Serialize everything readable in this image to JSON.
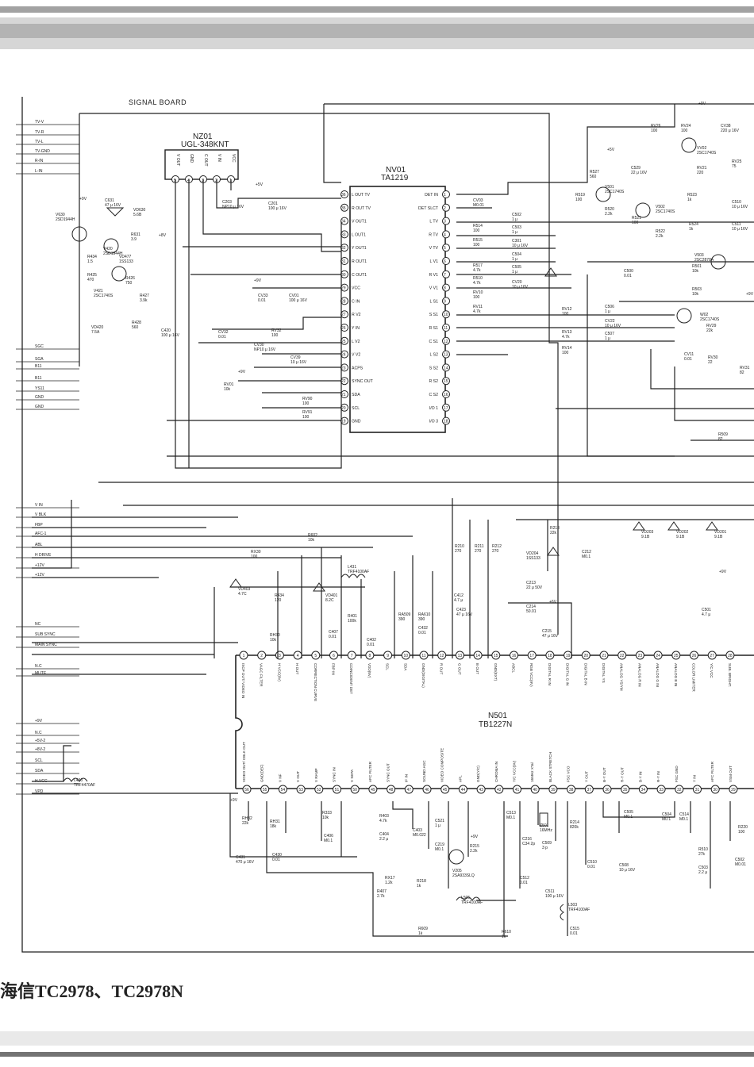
{
  "board_label": "SIGNAL BOARD",
  "footer_title": "海信TC2978、TC2978N",
  "ics": {
    "nz01": {
      "ref": "NZ01",
      "part": "UGL-348KNT",
      "pins": [
        "V OUT",
        "GND",
        "C OUT",
        "V IN",
        "VCC"
      ],
      "pin_numbers": [
        "5",
        "4",
        "3",
        "2",
        "1"
      ]
    },
    "nv01": {
      "ref": "NV01",
      "part": "TA1219",
      "left_pins": [
        {
          "n": "36",
          "l": "L OUT TV"
        },
        {
          "n": "35",
          "l": "R OUT TV"
        },
        {
          "n": "34",
          "l": "V OUT1"
        },
        {
          "n": "33",
          "l": "L OUT1"
        },
        {
          "n": "32",
          "l": "Y OUT1"
        },
        {
          "n": "31",
          "l": "R OUT1"
        },
        {
          "n": "30",
          "l": "C OUT1"
        },
        {
          "n": "29",
          "l": "VCC"
        },
        {
          "n": "28",
          "l": "C IN"
        },
        {
          "n": "27",
          "l": "R V2"
        },
        {
          "n": "26",
          "l": "Y IN"
        },
        {
          "n": "25",
          "l": "L V2"
        },
        {
          "n": "24",
          "l": "V V2"
        },
        {
          "n": "23",
          "l": "ACPS"
        },
        {
          "n": "22",
          "l": "SYNC OUT"
        },
        {
          "n": "21",
          "l": "SDA"
        },
        {
          "n": "20",
          "l": "SCL"
        },
        {
          "n": "19",
          "l": "GND"
        }
      ],
      "right_pins": [
        {
          "n": "1",
          "l": "DET IN"
        },
        {
          "n": "2",
          "l": "DET SLCT"
        },
        {
          "n": "3",
          "l": "L TV"
        },
        {
          "n": "4",
          "l": "R TV"
        },
        {
          "n": "5",
          "l": "V TV"
        },
        {
          "n": "6",
          "l": "L V1"
        },
        {
          "n": "7",
          "l": "R V1"
        },
        {
          "n": "8",
          "l": "V V1"
        },
        {
          "n": "9",
          "l": "L S1"
        },
        {
          "n": "10",
          "l": "S S1"
        },
        {
          "n": "11",
          "l": "R S1"
        },
        {
          "n": "12",
          "l": "C S1"
        },
        {
          "n": "13",
          "l": "L S2"
        },
        {
          "n": "14",
          "l": "S S2"
        },
        {
          "n": "15",
          "l": "R S2"
        },
        {
          "n": "16",
          "l": "C S2"
        },
        {
          "n": "17",
          "l": "I/O 1"
        },
        {
          "n": "18",
          "l": "I/O 3"
        }
      ]
    },
    "n501": {
      "ref": "N501",
      "part": "TB1227N",
      "top_pins": [
        {
          "n": "1",
          "l": "ISCP OUT/ VIDEO IN"
        },
        {
          "n": "2",
          "l": "VAGC FILTER"
        },
        {
          "n": "3",
          "l": "H VCC(9V)"
        },
        {
          "n": "4",
          "l": "H OUT"
        },
        {
          "n": "5",
          "l": "CORRECTION CURVE"
        },
        {
          "n": "6",
          "l": "FBP IN"
        },
        {
          "n": "7",
          "l": "COINCIDENT DET"
        },
        {
          "n": "8",
          "l": "VDD(5V)"
        },
        {
          "n": "9",
          "l": "SCL"
        },
        {
          "n": "10",
          "l": "SDA"
        },
        {
          "n": "11",
          "l": "GND(DIGITAL)"
        },
        {
          "n": "12",
          "l": "R OUT"
        },
        {
          "n": "13",
          "l": "G OUT"
        },
        {
          "n": "14",
          "l": "B OUT"
        },
        {
          "n": "15",
          "l": "GND(EXT)"
        },
        {
          "n": "16",
          "l": "ABCL"
        },
        {
          "n": "17",
          "l": "RGB VCC(9V)"
        },
        {
          "n": "18",
          "l": "DIGITAL R IN"
        },
        {
          "n": "19",
          "l": "DIGITAL G IN"
        },
        {
          "n": "20",
          "l": "DIGITAL B IN"
        },
        {
          "n": "21",
          "l": "DIGITAL YS"
        },
        {
          "n": "22",
          "l": "ANALOG YS/YM"
        },
        {
          "n": "23",
          "l": "ANALOG R IN"
        },
        {
          "n": "24",
          "l": "ANALOG G IN"
        },
        {
          "n": "25",
          "l": "ANALOG B IN"
        },
        {
          "n": "26",
          "l": "COLOR LIMITER"
        },
        {
          "n": "27",
          "l": "Y/C VCC"
        },
        {
          "n": "28",
          "l": "SUB. BRIGHT."
        }
      ],
      "bottom_pins": [
        {
          "n": "56",
          "l": "VIDEO OUT/ CBLK OUT"
        },
        {
          "n": "55",
          "l": "GND(DEF)"
        },
        {
          "n": "54",
          "l": "V NF"
        },
        {
          "n": "53",
          "l": "V OUT"
        },
        {
          "n": "52",
          "l": "V RAMP"
        },
        {
          "n": "51",
          "l": "SYNC IN"
        },
        {
          "n": "50",
          "l": "V SEPA"
        },
        {
          "n": "49",
          "l": "AFC FILTER"
        },
        {
          "n": "48",
          "l": "SYNC OUT"
        },
        {
          "n": "47",
          "l": "IF IN"
        },
        {
          "n": "46",
          "l": "SOUND AGC"
        },
        {
          "n": "45",
          "l": "VIDEO COMPOSITE"
        },
        {
          "n": "44",
          "l": "APL"
        },
        {
          "n": "43",
          "l": "GND(Y/C)"
        },
        {
          "n": "42",
          "l": "CHROMA IN"
        },
        {
          "n": "41",
          "l": "Y/C VCC(9V)"
        },
        {
          "n": "40",
          "l": "16MHz X'tal"
        },
        {
          "n": "39",
          "l": "BLACK STRETCH"
        },
        {
          "n": "38",
          "l": "FSC VCO"
        },
        {
          "n": "37",
          "l": "Y OUT"
        },
        {
          "n": "36",
          "l": "B-Y OUT"
        },
        {
          "n": "35",
          "l": "R-Y OUT"
        },
        {
          "n": "34",
          "l": "B-Y IN"
        },
        {
          "n": "33",
          "l": "R-Y IN"
        },
        {
          "n": "32",
          "l": "FSC GND"
        },
        {
          "n": "31",
          "l": "Y IN"
        },
        {
          "n": "30",
          "l": "AFC FILTER"
        },
        {
          "n": "29",
          "l": "VSM OUT"
        }
      ]
    }
  },
  "connectors": {
    "top": [
      "TV-V",
      "TV-R",
      "TV-L",
      "TV-GND",
      "R-IN",
      "L-IN"
    ],
    "mid": [
      "SGC",
      "SGA",
      "B11",
      "B11",
      "YS11",
      "GND",
      "GND"
    ],
    "defl": [
      "V IN",
      "V BLK",
      "FBP",
      "AFC-1",
      "ABL",
      "H DRIVE",
      "+12V",
      "+12V"
    ],
    "sync": [
      "NC",
      "SUB SYNC",
      "MAIN SYNC",
      "N.C",
      "MUTE"
    ],
    "power": [
      "+9V",
      "N.C",
      "+5V-2",
      "+8V-2",
      "SCL",
      "SDA",
      "H.VCC",
      "VPD"
    ]
  },
  "components": [
    {
      "ref": "VD630",
      "v": "5.6B"
    },
    {
      "ref": "V630",
      "v": "2SD1944H"
    },
    {
      "ref": "R631",
      "v": "3.9"
    },
    {
      "ref": "C631",
      "v": "47 μ 16V"
    },
    {
      "ref": "V420",
      "v": "2SD1944H"
    },
    {
      "ref": "R434",
      "v": "1.5"
    },
    {
      "ref": "R425",
      "v": "470"
    },
    {
      "ref": "V421",
      "v": "2SC1740S"
    },
    {
      "ref": "VD477",
      "v": "1SS133"
    },
    {
      "ref": "R426",
      "v": "750"
    },
    {
      "ref": "R427",
      "v": "3.9k"
    },
    {
      "ref": "R428",
      "v": "560"
    },
    {
      "ref": "VD420",
      "v": "7.5A"
    },
    {
      "ref": "C420",
      "v": "100 μ 16V"
    },
    {
      "ref": "C203",
      "v": "NP10 μ 16V"
    },
    {
      "ref": "C201",
      "v": "100 μ 16V"
    },
    {
      "ref": "CV33",
      "v": "0.01"
    },
    {
      "ref": "CV01",
      "v": "100 μ 16V"
    },
    {
      "ref": "CV32",
      "v": "0.01"
    },
    {
      "ref": "RV32",
      "v": "100"
    },
    {
      "ref": "CV30",
      "v": "NP10 μ 16V"
    },
    {
      "ref": "CV39",
      "v": "10 μ 16V"
    },
    {
      "ref": "RV01",
      "v": "10k"
    },
    {
      "ref": "RV90",
      "v": "100"
    },
    {
      "ref": "RV91",
      "v": "100"
    },
    {
      "ref": "CV03",
      "v": "M0.01"
    },
    {
      "ref": "C502",
      "v": "1 μ"
    },
    {
      "ref": "C503",
      "v": "1 μ"
    },
    {
      "ref": "C301",
      "v": "10 μ 16V"
    },
    {
      "ref": "C504",
      "v": "1 μ"
    },
    {
      "ref": "C505",
      "v": "1 μ"
    },
    {
      "ref": "CV20",
      "v": "10 μ 16V"
    },
    {
      "ref": "R514",
      "v": "100"
    },
    {
      "ref": "R515",
      "v": "100"
    },
    {
      "ref": "R517",
      "v": "4.7k"
    },
    {
      "ref": "R510",
      "v": "4.7k"
    },
    {
      "ref": "RV10",
      "v": "100"
    },
    {
      "ref": "RV11",
      "v": "4.7k"
    },
    {
      "ref": "RV12",
      "v": "100"
    },
    {
      "ref": "C506",
      "v": "1 μ"
    },
    {
      "ref": "CV22",
      "v": "10 μ 16V"
    },
    {
      "ref": "C507",
      "v": "1 μ"
    },
    {
      "ref": "RV13",
      "v": "4.7k"
    },
    {
      "ref": "RV14",
      "v": "100"
    },
    {
      "ref": "R519",
      "v": "100"
    },
    {
      "ref": "V501",
      "v": "2SC1740S"
    },
    {
      "ref": "R520",
      "v": "2.2k"
    },
    {
      "ref": "R521",
      "v": "100"
    },
    {
      "ref": "V502",
      "v": "2SC1740S"
    },
    {
      "ref": "R522",
      "v": "2.2k"
    },
    {
      "ref": "R523",
      "v": "1k"
    },
    {
      "ref": "C510",
      "v": "10 μ 16V"
    },
    {
      "ref": "R524",
      "v": "1k"
    },
    {
      "ref": "C511",
      "v": "10 μ 16V"
    },
    {
      "ref": "R527",
      "v": "560"
    },
    {
      "ref": "C529",
      "v": "22 μ 16V"
    },
    {
      "ref": "RV26",
      "v": "100"
    },
    {
      "ref": "RV24",
      "v": "100"
    },
    {
      "ref": "CV38",
      "v": "220 μ 16V"
    },
    {
      "ref": "VV02",
      "v": "2SC1740S"
    },
    {
      "ref": "RV21",
      "v": "220"
    },
    {
      "ref": "RV25",
      "v": "75"
    },
    {
      "ref": "V503",
      "v": "2SC2878A"
    },
    {
      "ref": "R501",
      "v": "10k"
    },
    {
      "ref": "C500",
      "v": "0.01"
    },
    {
      "ref": "R503",
      "v": "10k"
    },
    {
      "ref": "W02",
      "v": "2SC1740S"
    },
    {
      "ref": "RV29",
      "v": "22k"
    },
    {
      "ref": "CV11",
      "v": "0.01"
    },
    {
      "ref": "RV30",
      "v": "22"
    },
    {
      "ref": "RV31",
      "v": "82"
    },
    {
      "ref": "R509",
      "v": "82"
    },
    {
      "ref": "R213",
      "v": "22k"
    },
    {
      "ref": "VD204",
      "v": "1SS133"
    },
    {
      "ref": "C212",
      "v": "M0.1"
    },
    {
      "ref": "C213",
      "v": "22 μ 50V"
    },
    {
      "ref": "C214",
      "v": "50.01"
    },
    {
      "ref": "C215",
      "v": "47 μ 16V"
    },
    {
      "ref": "R210",
      "v": "270"
    },
    {
      "ref": "R211",
      "v": "270"
    },
    {
      "ref": "R212",
      "v": "270"
    },
    {
      "ref": "VD203",
      "v": "9.1B"
    },
    {
      "ref": "VD202",
      "v": "9.1B"
    },
    {
      "ref": "VD201",
      "v": "9.1B"
    },
    {
      "ref": "C501",
      "v": "4.7 μ"
    },
    {
      "ref": "R602",
      "v": "10k"
    },
    {
      "ref": "RX30",
      "v": "100"
    },
    {
      "ref": "L431",
      "v": "TRF4100AF"
    },
    {
      "ref": "VD403",
      "v": "4.7C"
    },
    {
      "ref": "R434",
      "v": "120"
    },
    {
      "ref": "VD401",
      "v": "8.2C"
    },
    {
      "ref": "R401",
      "v": "100k"
    },
    {
      "ref": "C407",
      "v": "0.01"
    },
    {
      "ref": "C402",
      "v": "0.01"
    },
    {
      "ref": "RA509",
      "v": "390"
    },
    {
      "ref": "RA610",
      "v": "390"
    },
    {
      "ref": "C432",
      "v": "0.01"
    },
    {
      "ref": "C423",
      "v": "47 μ 16V"
    },
    {
      "ref": "RH30",
      "v": "10k"
    },
    {
      "ref": "RH32",
      "v": "22k"
    },
    {
      "ref": "RH31",
      "v": "18k"
    },
    {
      "ref": "R333",
      "v": "10k"
    },
    {
      "ref": "C406",
      "v": "M0.1"
    },
    {
      "ref": "C431",
      "v": "470 μ 16V"
    },
    {
      "ref": "C430",
      "v": "0.01"
    },
    {
      "ref": "R403",
      "v": "4.7k"
    },
    {
      "ref": "C404",
      "v": "2.2 μ"
    },
    {
      "ref": "C403",
      "v": "M0.022"
    },
    {
      "ref": "C521",
      "v": "1 μ"
    },
    {
      "ref": "C219",
      "v": "M0.1"
    },
    {
      "ref": "R215",
      "v": "2.2k"
    },
    {
      "ref": "V205",
      "v": "2SA933SLQ"
    },
    {
      "ref": "RX17",
      "v": "1.2k"
    },
    {
      "ref": "R218",
      "v": "1k"
    },
    {
      "ref": "R407",
      "v": "2.7k"
    },
    {
      "ref": "L505",
      "v": "TRF4100AF"
    },
    {
      "ref": "R609",
      "v": "1k"
    },
    {
      "ref": "C513",
      "v": "M0.1"
    },
    {
      "ref": "Z501",
      "v": "16MHz"
    },
    {
      "ref": "C216",
      "v": "C34 2p"
    },
    {
      "ref": "C509",
      "v": "3 p"
    },
    {
      "ref": "R214",
      "v": "820k"
    },
    {
      "ref": "C510",
      "v": "0.01"
    },
    {
      "ref": "C508",
      "v": "10 μ 16V"
    },
    {
      "ref": "C512",
      "v": "0.01"
    },
    {
      "ref": "C511",
      "v": "100 μ 16V"
    },
    {
      "ref": "L503",
      "v": "TRF4100AF"
    },
    {
      "ref": "C515",
      "v": "0.01"
    },
    {
      "ref": "R610",
      "v": "1k"
    },
    {
      "ref": "C505",
      "v": "M0.1"
    },
    {
      "ref": "C504",
      "v": "M0.1"
    },
    {
      "ref": "C514",
      "v": "M0.1"
    },
    {
      "ref": "R510",
      "v": "27k"
    },
    {
      "ref": "C503",
      "v": "2.2 μ"
    },
    {
      "ref": "C502",
      "v": "M0.01"
    },
    {
      "ref": "R220",
      "v": "100"
    },
    {
      "ref": "C412",
      "v": "4.7 μ"
    },
    {
      "ref": "L430",
      "v": "TRF4470AF"
    }
  ],
  "rails": [
    "+9V",
    "+5V",
    "+8V",
    "+9V",
    "+9V",
    "+9V",
    "+5V",
    "+9V",
    "+9V",
    "+6V",
    "+9V",
    "+9V"
  ],
  "colors": {
    "ink": "#222222",
    "paper": "#ffffff",
    "smudge": "#8a8a8a"
  }
}
